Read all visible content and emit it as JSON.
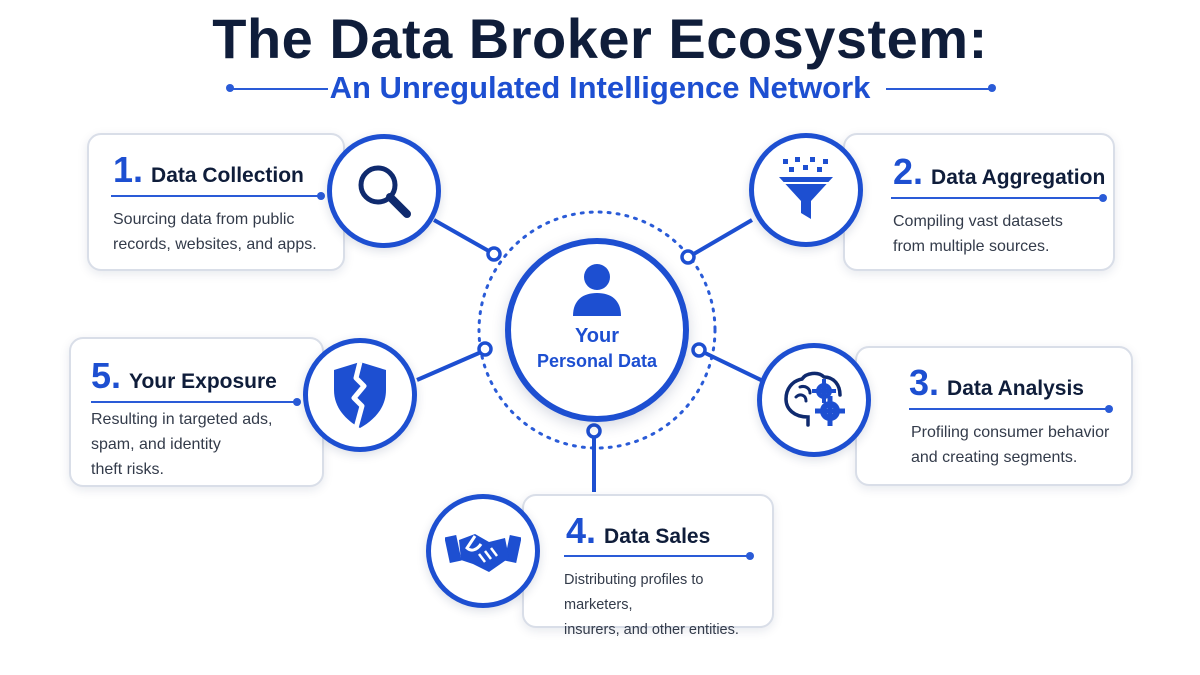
{
  "title": "The Data Broker Ecosystem:",
  "subtitle": "An Unregulated Intelligence Network",
  "hub": {
    "label_line1": "Your",
    "label_line2": "Personal Data",
    "icon": "person-icon"
  },
  "steps": [
    {
      "number": "1.",
      "title": "Data Collection",
      "description_lines": [
        "Sourcing data from public",
        "records, websites, and apps."
      ],
      "icon": "magnifier-icon"
    },
    {
      "number": "2.",
      "title": "Data Aggregation",
      "description_lines": [
        "Compiling vast datasets",
        "from multiple sources."
      ],
      "icon": "funnel-icon"
    },
    {
      "number": "3.",
      "title": "Data Analysis",
      "description_lines": [
        "Profiling consumer behavior",
        "and creating segments."
      ],
      "icon": "brain-gears-icon"
    },
    {
      "number": "4.",
      "title": "Data Sales",
      "description_lines": [
        "Distributing profiles to marketers,",
        "insurers, and other entities."
      ],
      "icon": "handshake-icon"
    },
    {
      "number": "5.",
      "title": "Your Exposure",
      "description_lines": [
        "Resulting in targeted ads,",
        "spam, and identity",
        "theft risks."
      ],
      "icon": "broken-shield-icon"
    }
  ],
  "colors": {
    "accent": "#1d4fd1",
    "title": "#0f1d3a",
    "card_border": "#d9dee8"
  }
}
